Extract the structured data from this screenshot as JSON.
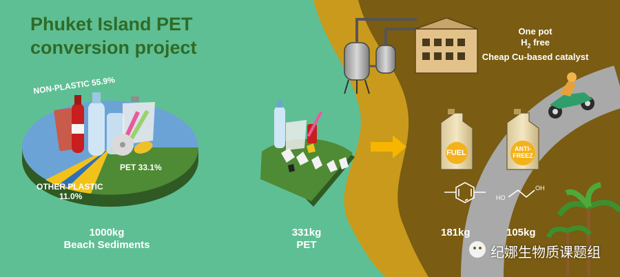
{
  "title_line1": "Phuket Island PET",
  "title_line2": "conversion project",
  "pie": {
    "non_plastic": "NON-PLASTIC 55.9%",
    "pet": "PET 33.1%",
    "other_line1": "OTHER PLASTIC",
    "other_line2": "11.0%"
  },
  "process_notes": {
    "line1": "One pot",
    "line2_main": "H",
    "line2_sub": "2",
    "line2_rest": " free",
    "line3": "Cheap Cu-based catalyst"
  },
  "jugs": {
    "fuel": "FUEL",
    "antifreeze_line1": "ANTI-",
    "antifreeze_line2": "FREEZ"
  },
  "molecule": {
    "oh1": "HO",
    "oh2": "OH"
  },
  "quantities": {
    "sediments_amount": "1000kg",
    "sediments_label": "Beach Sediments",
    "pet_amount": "331kg",
    "pet_label": "PET",
    "fuel_amount": "181kg",
    "glycol_amount": "105kg"
  },
  "watermark": "纪娜生物质课题组",
  "colors": {
    "background_green": "#5fbf94",
    "factory_brown": "#7a5c12",
    "sand_band": "#c99a1c",
    "road_grey": "#a9a9a9",
    "pet_green": "#4f8a35",
    "non_plastic_blue": "#6ca3d6",
    "other_plastic_yellow": "#f2c21b",
    "arrow_orange": "#f7b500",
    "title_green": "#2f6b26"
  }
}
